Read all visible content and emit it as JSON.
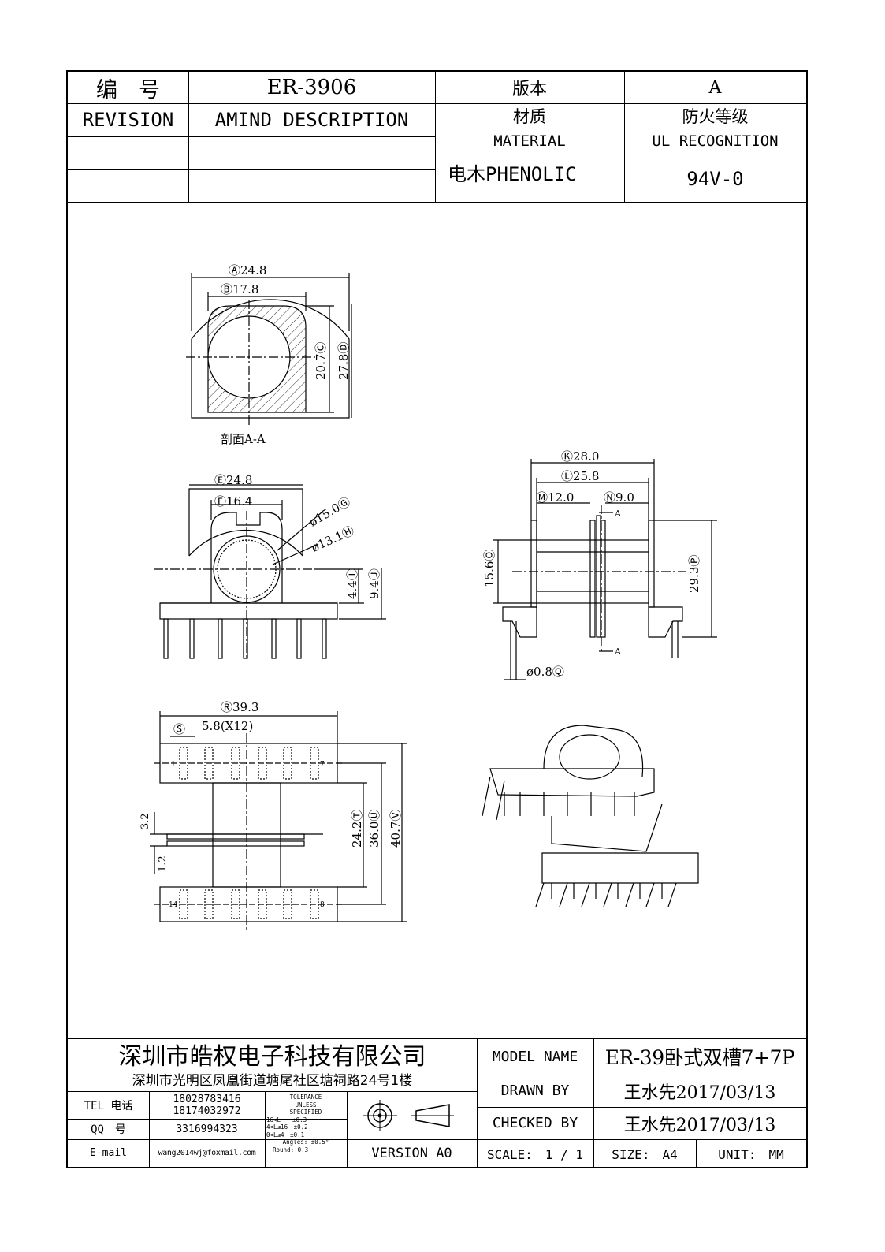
{
  "header": {
    "number_label": "编　号",
    "number_value": "ER-3906",
    "version_label": "版本",
    "version_value": "A",
    "revision_label": "REVISION",
    "amind_label": "AMIND DESCRIPTION",
    "material_cn": "材质",
    "material_en": "MATERIAL",
    "fire_cn": "防火等级",
    "fire_en": "UL RECOGNITION",
    "material_value": "电木PHENOLIC",
    "fire_value": "94V-0"
  },
  "section_view": {
    "label": "剖面A-A",
    "dims": {
      "A": "24.8",
      "B": "17.8",
      "C": "20.7",
      "D": "27.8"
    }
  },
  "front_view": {
    "dims": {
      "E": "24.8",
      "F": "16.4",
      "G": "ø15.0",
      "H": "ø13.1",
      "I": "4.4",
      "J": "9.4"
    }
  },
  "side_view": {
    "dims": {
      "K": "28.0",
      "L": "25.8",
      "M": "12.0",
      "N": "9.0",
      "O": "15.6",
      "P": "29.3",
      "Q": "ø0.8"
    },
    "section_mark": "A"
  },
  "bottom_view": {
    "dims": {
      "R": "39.3",
      "S": "5.8(X12)",
      "T": "24.2",
      "U": "36.0",
      "V": "40.7"
    },
    "left_dims": [
      "3.2",
      "1.2"
    ],
    "pin_labels": [
      "1",
      "7",
      "14",
      "8"
    ]
  },
  "title_block": {
    "company": "深圳市皓权电子科技有限公司",
    "address": "深圳市光明区凤凰街道塘尾社区塘祠路24号1楼",
    "tel_label": "TEL 电话",
    "tel_values": [
      "18028783416",
      "18174032972"
    ],
    "qq_label": "QQ　号",
    "qq_value": "3316994323",
    "email_label": "E-mail",
    "email_value": "wang2014wj@foxmail.com",
    "tolerance": [
      "TOLERANCE",
      "UNLESS",
      "SPECIFIED",
      "16<L　　±0.3",
      "4<L≤16　±0.2",
      "0<L≤4　±0.1",
      "Angles: ±0.5°",
      "Round: 0.3"
    ],
    "version": "VERSION A0",
    "model_label": "MODEL NAME",
    "model_value": "ER-39卧式双槽7+7P",
    "drawn_label": "DRAWN BY",
    "drawn_value": "王水先2017/03/13",
    "checked_label": "CHECKED BY",
    "checked_value": "王水先2017/03/13",
    "scale": "SCALE:　1 / 1",
    "size": "SIZE:　A4",
    "unit": "UNIT:　MM"
  }
}
